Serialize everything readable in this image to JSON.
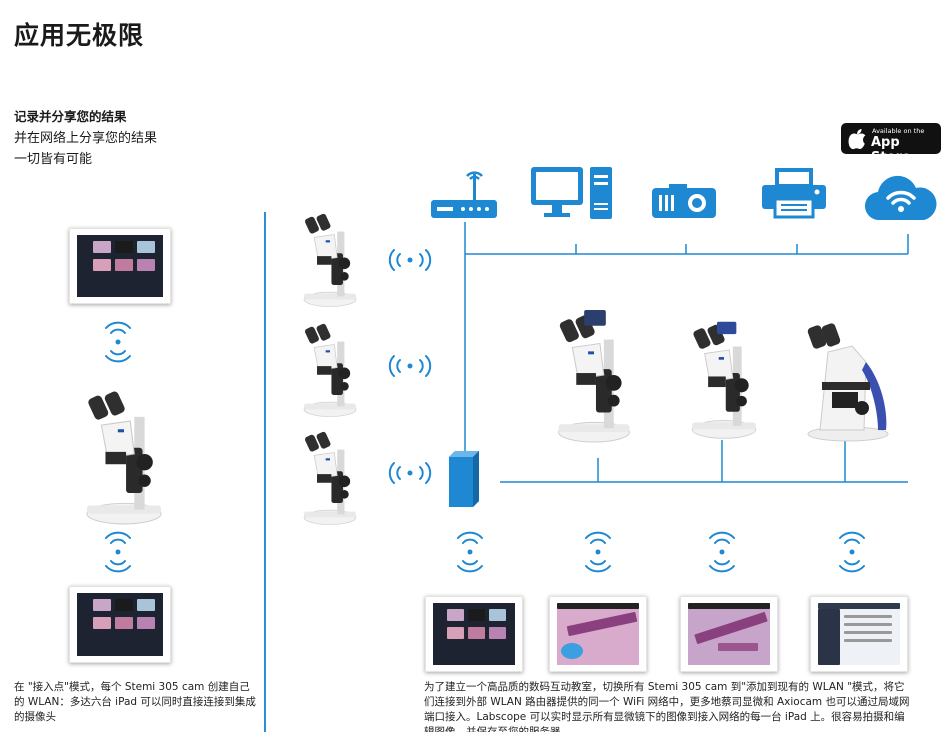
{
  "header": {
    "title": "应用无极限"
  },
  "intro": {
    "bold": "记录并分享您的结果",
    "line1": "并在网络上分享您的结果",
    "line2": "一切皆有可能"
  },
  "appstore": {
    "small": "Available on the",
    "big": "App Store"
  },
  "captions": {
    "left": "在 \"接入点\"模式，每个 Stemi 305 cam 创建自己的 WLAN：多达六台 iPad 可以同时直接连接到集成的摄像头",
    "right": "为了建立一个高品质的数码互动教室，切换所有 Stemi 305 cam 到\"添加到现有的 WLAN \"模式，将它们连接到外部 WLAN 路由器提供的同一个 WiFi 网络中，更多地蔡司显微和 Axiocam 也可以通过局域网端口接入。Labscope 可以实时显示所有显微镜下的图像到接入网络的每一台 iPad 上。很容易拍摄和编辑图像，并保存至您的服务器。"
  },
  "colors": {
    "accent": "#1e88d2",
    "divider": "#2a8fd4"
  },
  "icons": {
    "devices": [
      "router-icon",
      "desktop-computer-icon",
      "projector-icon",
      "printer-icon",
      "cloud-wifi-icon"
    ]
  }
}
